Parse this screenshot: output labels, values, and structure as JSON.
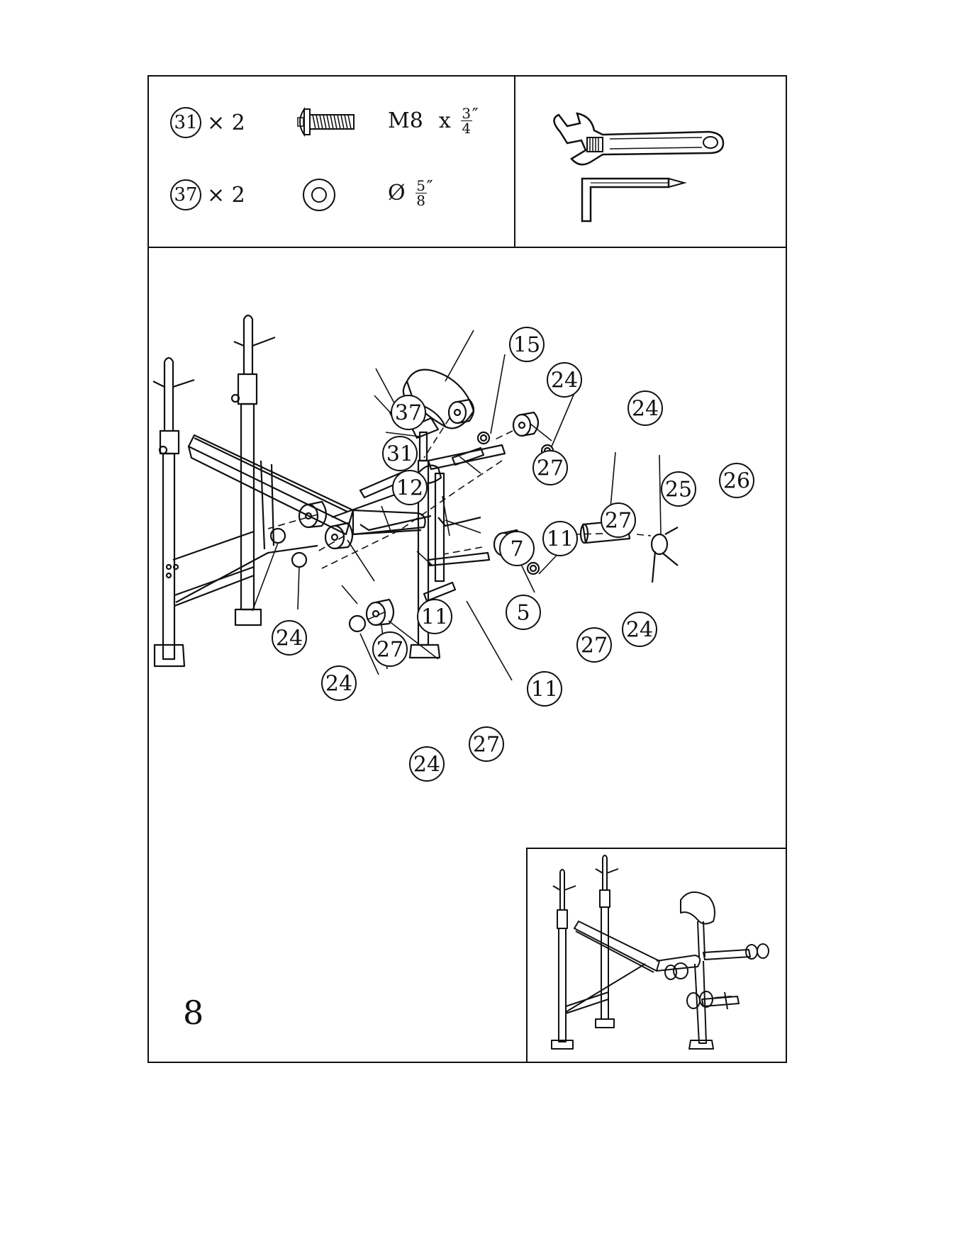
{
  "hardware": [
    {
      "part": "31",
      "qty": "× 2",
      "size": "M8",
      "x": "x",
      "num": "3",
      "den": "4",
      "unit": "″",
      "icon": "bolt-icon"
    },
    {
      "part": "37",
      "qty": "× 2",
      "size": "Ø",
      "x": "",
      "num": "5",
      "den": "8",
      "unit": "″",
      "icon": "washer-icon"
    }
  ],
  "tools": [
    "wrench-icon",
    "hex-key-icon"
  ],
  "callouts": {
    "c15": "15",
    "c37": "37",
    "c31": "31",
    "c12": "12",
    "c24a": "24",
    "c24b": "24",
    "c24c": "24",
    "c24d": "24",
    "c24e": "24",
    "c24f": "24",
    "c27a": "27",
    "c27b": "27",
    "c27c": "27",
    "c27d": "27",
    "c27e": "27",
    "c25": "25",
    "c26": "26",
    "c7": "7",
    "c5": "5",
    "c11a": "11",
    "c11b": "11",
    "c11c": "11"
  },
  "page_number": "8"
}
